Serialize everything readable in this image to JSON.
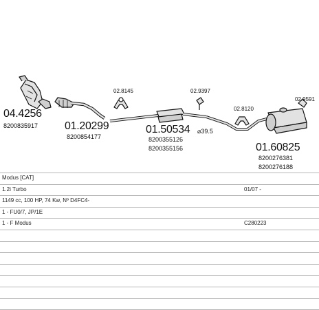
{
  "parts": [
    {
      "number": "04.4256",
      "refs": [
        "8200835917"
      ]
    },
    {
      "number": "01.20299",
      "refs": [
        "8200854177"
      ]
    },
    {
      "number": "02.8145",
      "refs": []
    },
    {
      "number": "01.50534",
      "refs": [
        "8200355126",
        "8200355156"
      ]
    },
    {
      "number": "02.9397",
      "refs": []
    },
    {
      "number": "02.8120",
      "refs": []
    },
    {
      "number": "01.60825",
      "refs": [
        "8200276381",
        "8200276188"
      ]
    },
    {
      "number": "02.9591",
      "refs": []
    }
  ],
  "pipe_diameter": "⌀39.5",
  "table": [
    {
      "left": "Modus  [CAT]",
      "right": ""
    },
    {
      "left": "1.2i Turbo",
      "right": "01/07 -"
    },
    {
      "left": "1149 cc, 100 HP, 74 Kw, Nº D4FC4-",
      "right": ""
    },
    {
      "left": "1 - FU0/7, JP/1E",
      "right": ""
    },
    {
      "left": "1 - F Modus",
      "right": "C280223"
    },
    {
      "left": "",
      "right": ""
    },
    {
      "left": "",
      "right": ""
    },
    {
      "left": "",
      "right": ""
    },
    {
      "left": "",
      "right": ""
    },
    {
      "left": "",
      "right": ""
    },
    {
      "left": "",
      "right": ""
    },
    {
      "left": "",
      "right": ""
    }
  ]
}
